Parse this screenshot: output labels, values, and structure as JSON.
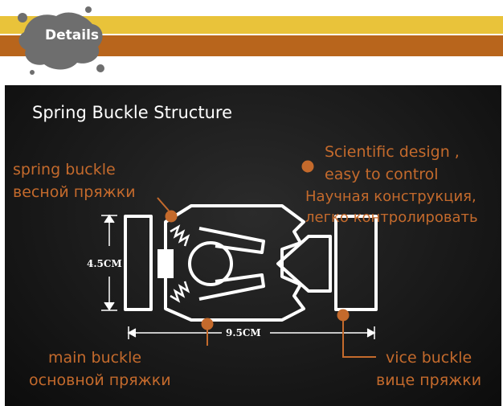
{
  "header": {
    "details_label": "Details"
  },
  "board": {
    "title": "Spring Buckle Structure",
    "labels": {
      "spring_en": "spring buckle",
      "spring_ru": "весной пряжки",
      "sci_en_1": "Scientific design ,",
      "sci_en_2": "easy to control",
      "sci_ru_1": "Научная конструкция,",
      "sci_ru_2": "легко контролировать",
      "main_en": "main buckle",
      "main_ru": "основной пряжки",
      "vice_en": "vice buckle",
      "vice_ru": "вице пряжки"
    },
    "dimensions": {
      "height": "4.5CM",
      "width": "9.5CM"
    }
  },
  "colors": {
    "accent_orange": "#c46a2c",
    "banner_yellow": "#e9c33a",
    "banner_brown": "#b8651c"
  }
}
